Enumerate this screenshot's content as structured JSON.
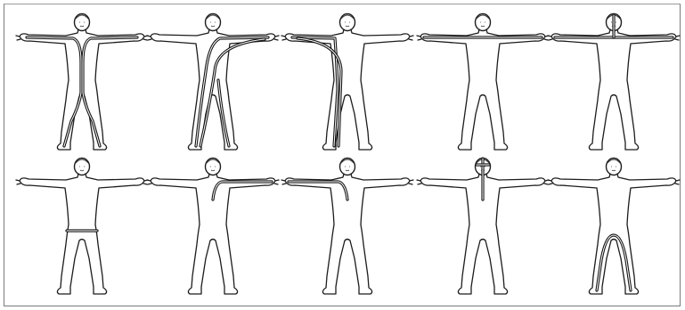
{
  "figures": [
    {
      "row": 1,
      "col": 1,
      "line": "front-center-body"
    },
    {
      "row": 1,
      "col": 2,
      "line": "front-diagonal-arm-to-leg"
    },
    {
      "row": 1,
      "col": 3,
      "line": "front-arm-to-leg-left"
    },
    {
      "row": 1,
      "col": 4,
      "line": "across-both-arms"
    },
    {
      "row": 1,
      "col": 5,
      "line": "across-arms-with-head"
    },
    {
      "row": 2,
      "col": 1,
      "line": "waist-belt"
    },
    {
      "row": 2,
      "col": 2,
      "line": "arm-to-chest-right"
    },
    {
      "row": 2,
      "col": 3,
      "line": "arm-to-chest-left"
    },
    {
      "row": 2,
      "col": 4,
      "line": "head-top-midline"
    },
    {
      "row": 2,
      "col": 5,
      "line": "inner-legs-arch"
    }
  ],
  "colors": {
    "background": "#ffffff",
    "outline": "#1c1c1c",
    "meridian": "#141414",
    "frame": "#7a7a7a"
  }
}
